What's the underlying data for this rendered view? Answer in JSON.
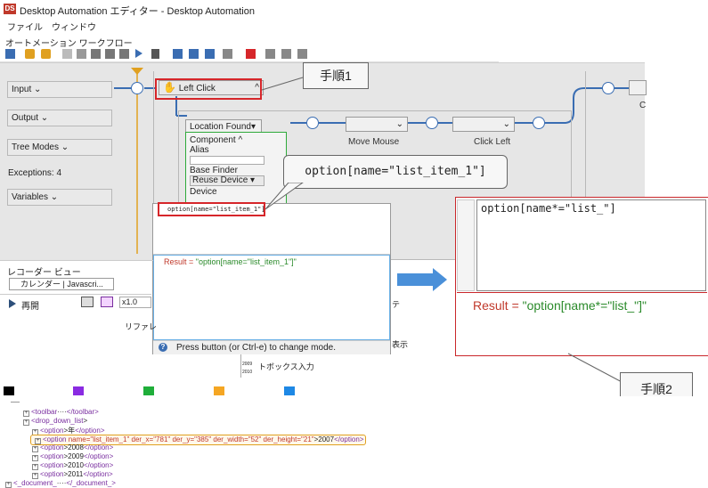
{
  "window": {
    "title": "Desktop Automation エディター - Desktop Automation",
    "app_icon": "DS"
  },
  "menu": {
    "items": [
      "ファイル",
      "ウィンドウ"
    ]
  },
  "workflow_label": "オートメーション ワークフロー",
  "sidebar": {
    "input": "Input",
    "output": "Output",
    "tree_modes": "Tree Modes",
    "exceptions": "Exceptions: 4",
    "variables": "Variables"
  },
  "workflow": {
    "left_click_node": "Left Click",
    "location_found": "Location Found",
    "component_header": "Component",
    "alias_label": "Alias",
    "base_finder_label": "Base Finder",
    "reuse_device": "Reuse Device",
    "device_label": "Device",
    "move_mouse_label": "Move Mouse",
    "click_left_label": "Click Left",
    "truncated_label": "C"
  },
  "callouts": {
    "step1": "手順1",
    "step2": "手順2",
    "selector_bubble": "option[name=\"list_item_1\"]"
  },
  "popup": {
    "input_text": "option[name=\"list_item_1\"]",
    "result_prefix": "Result = ",
    "result_value": "\"option[name=\"list_item_1\"]\"",
    "footer": "Press button (or Ctrl-e) to change mode."
  },
  "right_panel": {
    "input_text": "option[name*=\"list_\"]",
    "result_prefix": "Result = ",
    "result_value": "\"option[name*=\"list_\"]\""
  },
  "recorder": {
    "title": "レコーダー ビュー",
    "tab": "カレンダー | Javascri...",
    "replay": "再開",
    "zoom": "x1.0",
    "side_text_1": "リファレ",
    "side_text_2": "表示",
    "side_text_3": "トボックス入力",
    "side_text_4": "テ",
    "thumb_years": [
      "2009",
      "2010"
    ]
  },
  "swatch_colors": [
    "#000000",
    "#8a2be2",
    "#1fae3a",
    "#f5a623",
    "#1e88e5"
  ],
  "xml": {
    "lines": [
      {
        "indent": 0,
        "tag_open": "<toolbar",
        "text": "····",
        "tag_close": "</toolbar>"
      },
      {
        "indent": 0,
        "tag_open": "<drop_down_list",
        "text": ">",
        "tag_close": ""
      },
      {
        "indent": 1,
        "tag_open": "<option",
        "text": ">年",
        "tag_close": "</option>"
      },
      {
        "indent": 1,
        "tag_open": "<option",
        "attrs": "name=\"list_item_1\" der_x=\"781\" der_y=\"385\" der_width=\"52\" der_height=\"21\"",
        "text": ">2007",
        "tag_close": "</option>",
        "highlight": true
      },
      {
        "indent": 1,
        "tag_open": "<option",
        "text": ">2008",
        "tag_close": "</option>"
      },
      {
        "indent": 1,
        "tag_open": "<option",
        "text": ">2009",
        "tag_close": "</option>"
      },
      {
        "indent": 1,
        "tag_open": "<option",
        "text": ">2010",
        "tag_close": "</option>"
      },
      {
        "indent": 1,
        "tag_open": "<option",
        "text": ">2011",
        "tag_close": "</option>"
      },
      {
        "indent": -1,
        "tag_open": "<_document_",
        "text": "····",
        "tag_close": "</_document_>"
      }
    ]
  }
}
